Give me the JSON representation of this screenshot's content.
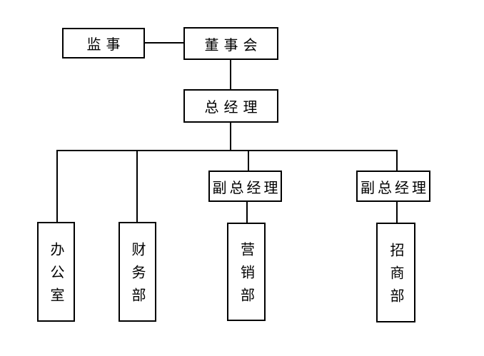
{
  "org_chart": {
    "nodes": [
      {
        "id": "supervisor",
        "label": "监事",
        "orientation": "horizontal"
      },
      {
        "id": "board",
        "label": "董事会",
        "orientation": "horizontal"
      },
      {
        "id": "general-manager",
        "label": "总经理",
        "orientation": "horizontal"
      },
      {
        "id": "deputy-gm-left",
        "label": "副总经理",
        "orientation": "horizontal"
      },
      {
        "id": "deputy-gm-right",
        "label": "副总经理",
        "orientation": "horizontal"
      },
      {
        "id": "office",
        "label": "办公室",
        "orientation": "vertical"
      },
      {
        "id": "finance-dept",
        "label": "财务部",
        "orientation": "vertical"
      },
      {
        "id": "marketing-dept",
        "label": "营销部",
        "orientation": "vertical"
      },
      {
        "id": "investment-dept",
        "label": "招商部",
        "orientation": "vertical"
      }
    ],
    "edges": [
      {
        "from": "board",
        "to": "supervisor",
        "type": "lateral"
      },
      {
        "from": "board",
        "to": "general-manager",
        "type": "reports"
      },
      {
        "from": "general-manager",
        "to": "office",
        "type": "reports"
      },
      {
        "from": "general-manager",
        "to": "finance-dept",
        "type": "reports"
      },
      {
        "from": "general-manager",
        "to": "deputy-gm-left",
        "type": "reports"
      },
      {
        "from": "general-manager",
        "to": "deputy-gm-right",
        "type": "reports"
      },
      {
        "from": "deputy-gm-left",
        "to": "marketing-dept",
        "type": "reports"
      },
      {
        "from": "deputy-gm-right",
        "to": "investment-dept",
        "type": "reports"
      }
    ],
    "colors": {
      "background": "#ffffff",
      "line": "#000000",
      "text": "#000000"
    }
  }
}
